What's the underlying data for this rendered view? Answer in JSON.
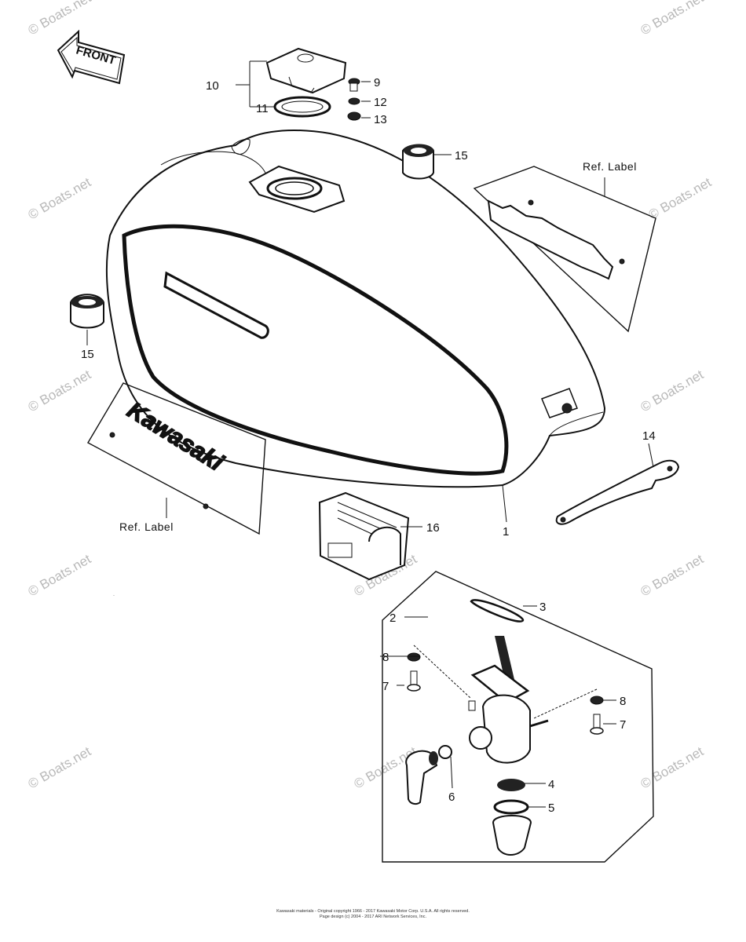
{
  "front_label": "FRONT",
  "watermark": "© Boats.net",
  "ref_label": "Ref. Label",
  "emblem_text": "Kawasaki",
  "callouts": [
    "1",
    "2",
    "3",
    "4",
    "5",
    "6",
    "7",
    "7",
    "8",
    "8",
    "9",
    "10",
    "11",
    "12",
    "13",
    "14",
    "15",
    "15",
    "16"
  ],
  "copyright_line1": "Kawasaki materials - Original copyright 1966 - 2017 Kawasaki Motor Corp. U.S.A. All rights reserved.",
  "copyright_line2": "Page design (c) 2004 - 2017 ARI Network Services, Inc."
}
